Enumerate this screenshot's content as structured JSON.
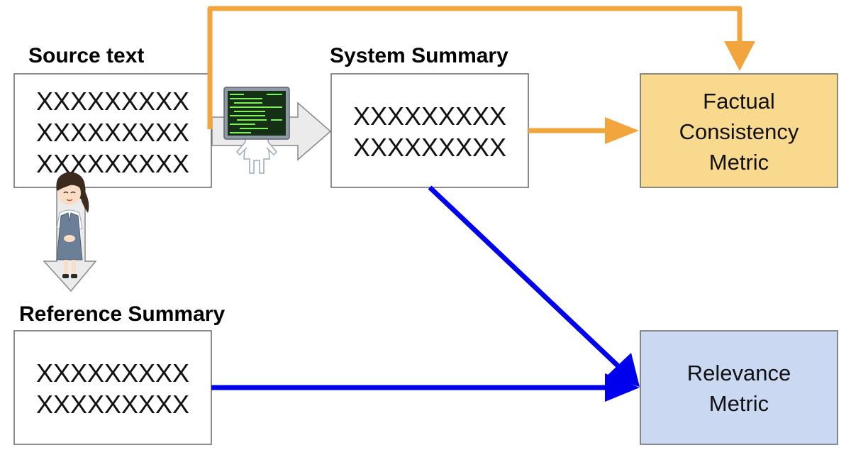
{
  "labels": {
    "source": "Source text",
    "system": "System Summary",
    "reference": "Reference Summary"
  },
  "source_box": {
    "lines": [
      "XXXXXXXXX",
      "XXXXXXXXX",
      "XXXXXXXXX"
    ]
  },
  "system_box": {
    "lines": [
      "XXXXXXXXX",
      "XXXXXXXXX"
    ]
  },
  "reference_box": {
    "lines": [
      "XXXXXXXXX",
      "XXXXXXXXX"
    ]
  },
  "factual_metric": {
    "lines": [
      "Factual",
      "Consistency",
      "Metric"
    ]
  },
  "relevance_metric": {
    "lines": [
      "Relevance",
      "Metric"
    ]
  },
  "colors": {
    "factual_arrow": "#f2a53c",
    "relevance_arrow": "#0000ee",
    "factual_fill": "#f9d98e",
    "relevance_fill": "#cad8f2",
    "process_arrow_fill": "#ebebeb",
    "screen": "#163016",
    "screen_code": "#7ef05a"
  },
  "icons": {
    "computer": "robot-computer-icon",
    "annotator": "annotator-person-icon"
  }
}
